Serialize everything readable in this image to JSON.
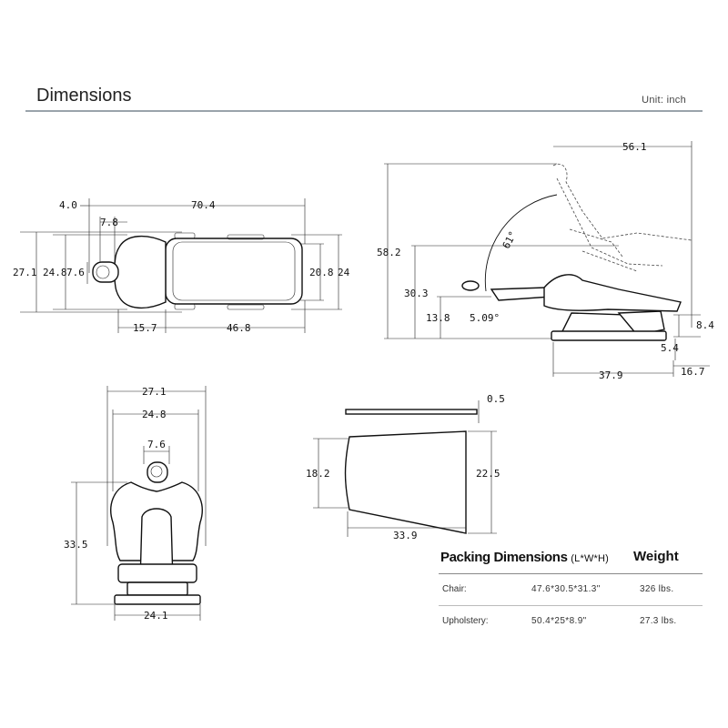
{
  "header": {
    "title": "Dimensions",
    "unit": "Unit: inch"
  },
  "top_view": {
    "dims": {
      "overall_length": "70.4",
      "headrest_offset": "4.0",
      "headrest_w": "7.8",
      "width_total": "27.1",
      "width_inner": "24.8",
      "headrest_pad": "7.6",
      "seat_w": "20.8",
      "seat_w_outer": "24",
      "head_section": "15.7",
      "seat_length": "46.8"
    }
  },
  "side_view": {
    "dims": {
      "total_length": "56.1",
      "total_height": "58.2",
      "arm_height": "30.3",
      "seat_height": "13.8",
      "tilt_angle": "5.09°",
      "recline_angle": "61°",
      "base_height": "8.4",
      "base_gap": "5.4",
      "base_length": "37.9",
      "base_overhang": "16.7"
    }
  },
  "front_view": {
    "dims": {
      "width_total": "27.1",
      "width_inner": "24.8",
      "headrest_w": "7.6",
      "height": "33.5",
      "base_w": "24.1"
    }
  },
  "upholstery_view": {
    "dims": {
      "thickness": "0.5",
      "narrow_w": "18.2",
      "wide_w": "22.5",
      "length": "33.9"
    }
  },
  "packing": {
    "col_dimensions": "Packing Dimensions",
    "col_dimensions_unit": "(L*W*H)",
    "col_weight": "Weight",
    "rows": [
      {
        "item": "Chair:",
        "dims": "47.6*30.5*31.3\"",
        "weight": "326 lbs."
      },
      {
        "item": "Upholstery:",
        "dims": "50.4*25*8.9\"",
        "weight": "27.3 lbs."
      }
    ]
  }
}
